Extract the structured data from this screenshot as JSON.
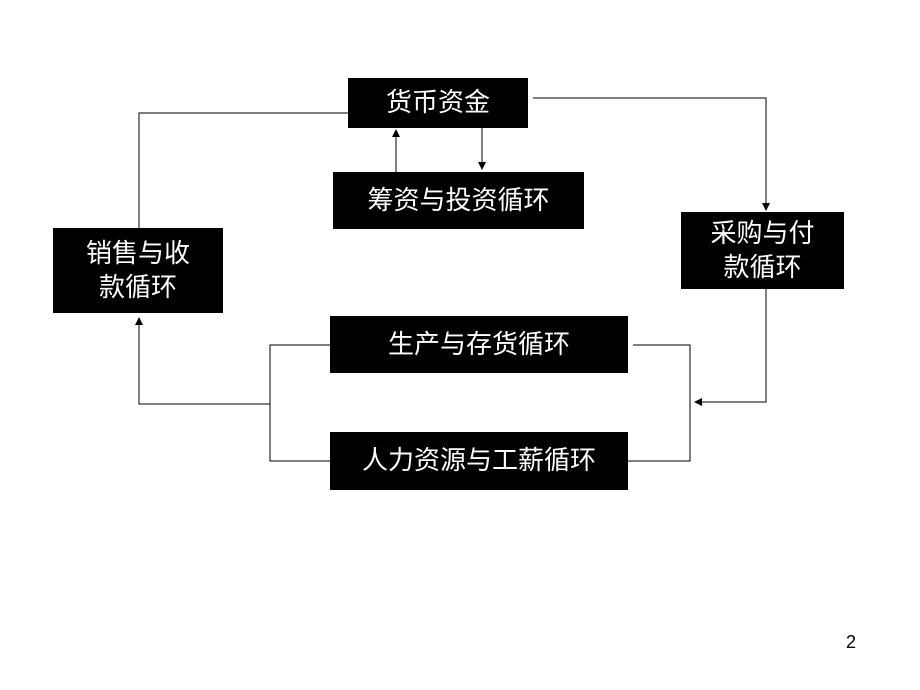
{
  "nodes": {
    "cash": "货币资金",
    "financing": "筹资与投资循环",
    "sales": "销售与收\n款循环",
    "purchase": "采购与付\n款循环",
    "production": "生产与存货循环",
    "hr": "人力资源与工薪循环"
  },
  "page_number": "2"
}
